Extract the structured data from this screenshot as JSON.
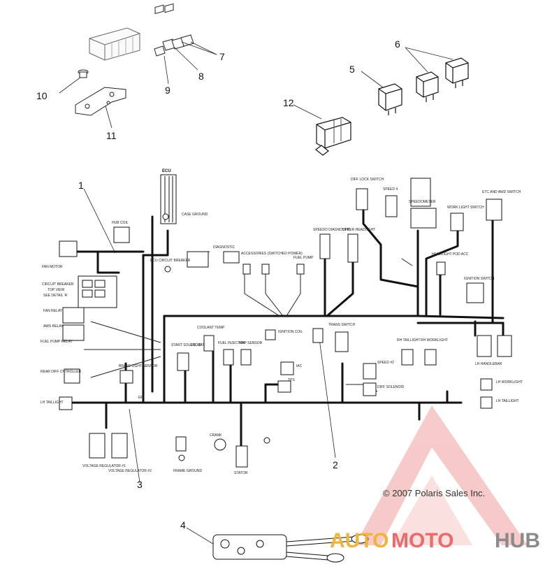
{
  "callouts": {
    "c1": "1",
    "c2": "2",
    "c3": "3",
    "c4": "4",
    "c5": "5",
    "c6": "6",
    "c7": "7",
    "c8": "8",
    "c9": "9",
    "c10": "10",
    "c11": "11",
    "c12": "12"
  },
  "labels": {
    "ecu": "ECU",
    "hub_coil": "HUB COIL",
    "fan_motor": "FAN MOTOR",
    "circuit_breaker": "CIRCUIT BREAKER",
    "top_view": "TOP VIEW",
    "see_detail": "SEE DETAIL 'A'",
    "fan_relay": "FAN RELAY",
    "aws_relay": "AWS RELAY",
    "fuel_pump_relay": "FUEL PUMP RELAY",
    "rear_diff_controller": "REAR DIFF CNTROLLER",
    "lh_taillight": "LH TAILLIGHT",
    "voltage_regulator_1": "VOLTAGE REGULATOR #1",
    "voltage_regulator_2": "VOLTAGE REGULATOR #2",
    "case_ground": "CASE GROUND",
    "diagnostic": "DIAGNOSTIC",
    "accessories": "ACCESSORIES (SWITCHED POWER)",
    "fuel_pump": "FUEL PUMP",
    "speedo_diagnostic": "SPEEDO DIAGNOSTIC",
    "upper_headlight": "UPPER HEADLIGHT",
    "diff_lock_switch": "DIFF LOCK SWITCH",
    "speed_4": "SPEED 4",
    "speedometer": "SPEEDOMETER",
    "work_light_switch": "WORK LIGHT SWITCH",
    "etc_awd_switch": "ETC AND AWD SWITCH",
    "headlight_pod_acc": "HEADLIGHT POD ACC",
    "ignition_switch": "IGNITION SWITCH",
    "lh_handlebar": "LH HANDLEBAR",
    "coolant_temp": "COOLANT TEMP",
    "fuel_injector": "FUEL INJECTOR",
    "map_sensor": "MAP SENSOR",
    "ignition_coil": "IGNITION COIL",
    "trans_switch": "TRANS SWITCH",
    "start_solenoid": "START SOLENOID",
    "sol_bat": "SOL BAT",
    "brake_light_sensor": "BRAKE LIGHT SENSOR",
    "crank": "CRANK",
    "frame_ground": "FRAME GROUND",
    "stator": "STATOR",
    "speed_2": "SPEED #2",
    "diff_solenoid": "DIFF SOLENOID",
    "rh_taillight": "RH TAILLIGHT",
    "rh_worklight": "RH WORKLIGHT",
    "lh_worklight": "LH WORKLIGHT",
    "lh_taillight_2": "LH TAILLIGHT",
    "tps": "TPS",
    "iac": "IAC",
    "efi": "EFI",
    "ecu_breaker": "ECU CIRCUIT BREAKER"
  },
  "copyright": "© 2007 Polaris Sales Inc.",
  "watermark": {
    "part1": "AUTO",
    "part2": "MOTO",
    "part3": "HUB"
  },
  "colors": {
    "ink": "#111111",
    "watermark_red": "#e85a5a",
    "watermark_gold": "#f0b43c",
    "watermark_grey": "#8b8b8b"
  }
}
